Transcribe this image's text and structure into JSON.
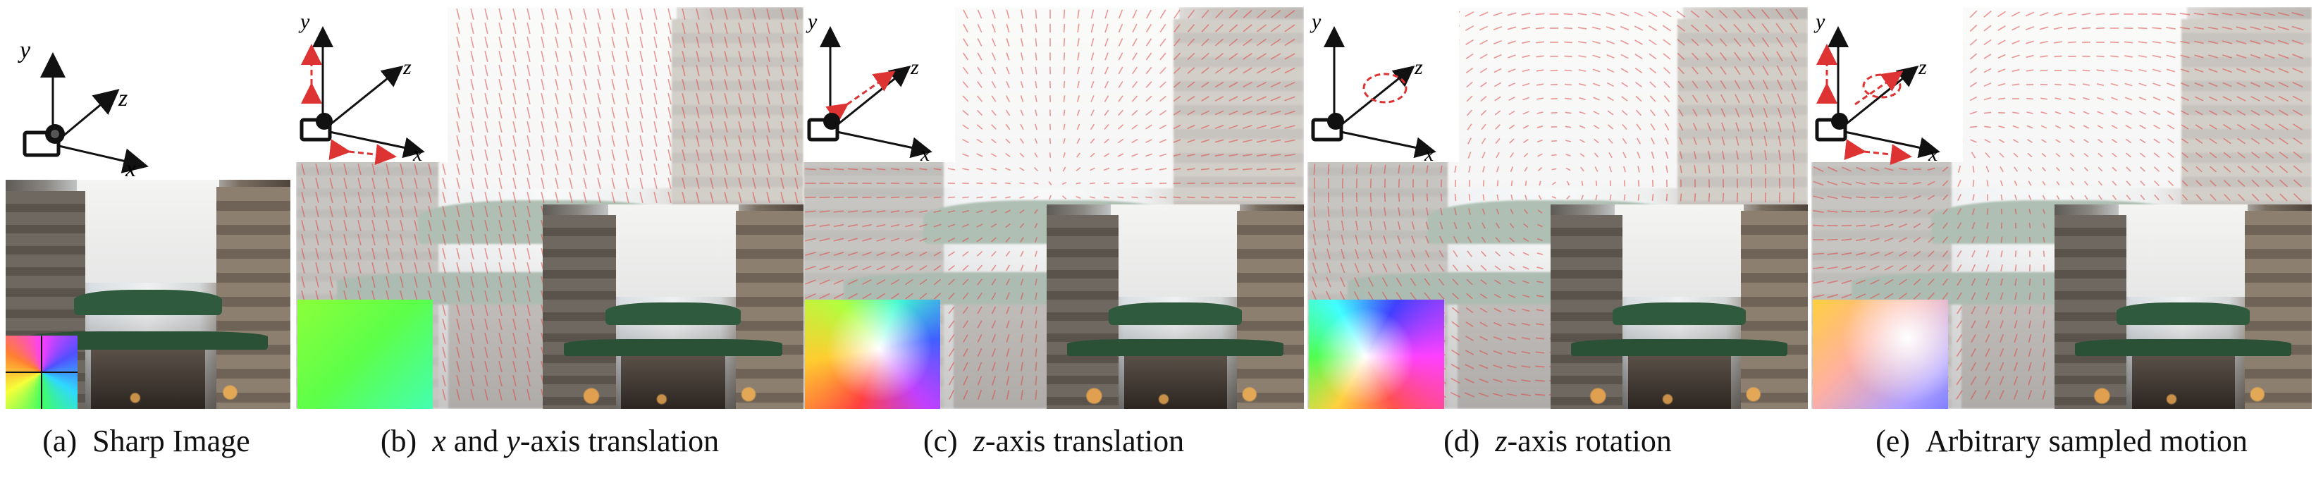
{
  "figure": {
    "axis_labels": {
      "x": "x",
      "y": "y",
      "z": "z"
    },
    "panels": [
      {
        "tag": "(a)",
        "caption": "Sharp Image",
        "flow_color": "",
        "colorwheel": "quadrant"
      },
      {
        "tag": "(b)",
        "caption": "x and y-axis translation",
        "caption_math": [
          "x",
          "y"
        ],
        "flow_color": "#e0443e",
        "colorwheel": "green"
      },
      {
        "tag": "(c)",
        "caption": "z-axis translation",
        "caption_math": [
          "z"
        ],
        "flow_color": "#e0443e",
        "colorwheel": "radial"
      },
      {
        "tag": "(d)",
        "caption": "z-axis rotation",
        "caption_math": [
          "z"
        ],
        "flow_color": "#e0443e",
        "colorwheel": "rotation"
      },
      {
        "tag": "(e)",
        "caption": "Arbitrary sampled motion",
        "caption_math": [],
        "flow_color": "#e0443e",
        "colorwheel": "mixed"
      }
    ]
  }
}
